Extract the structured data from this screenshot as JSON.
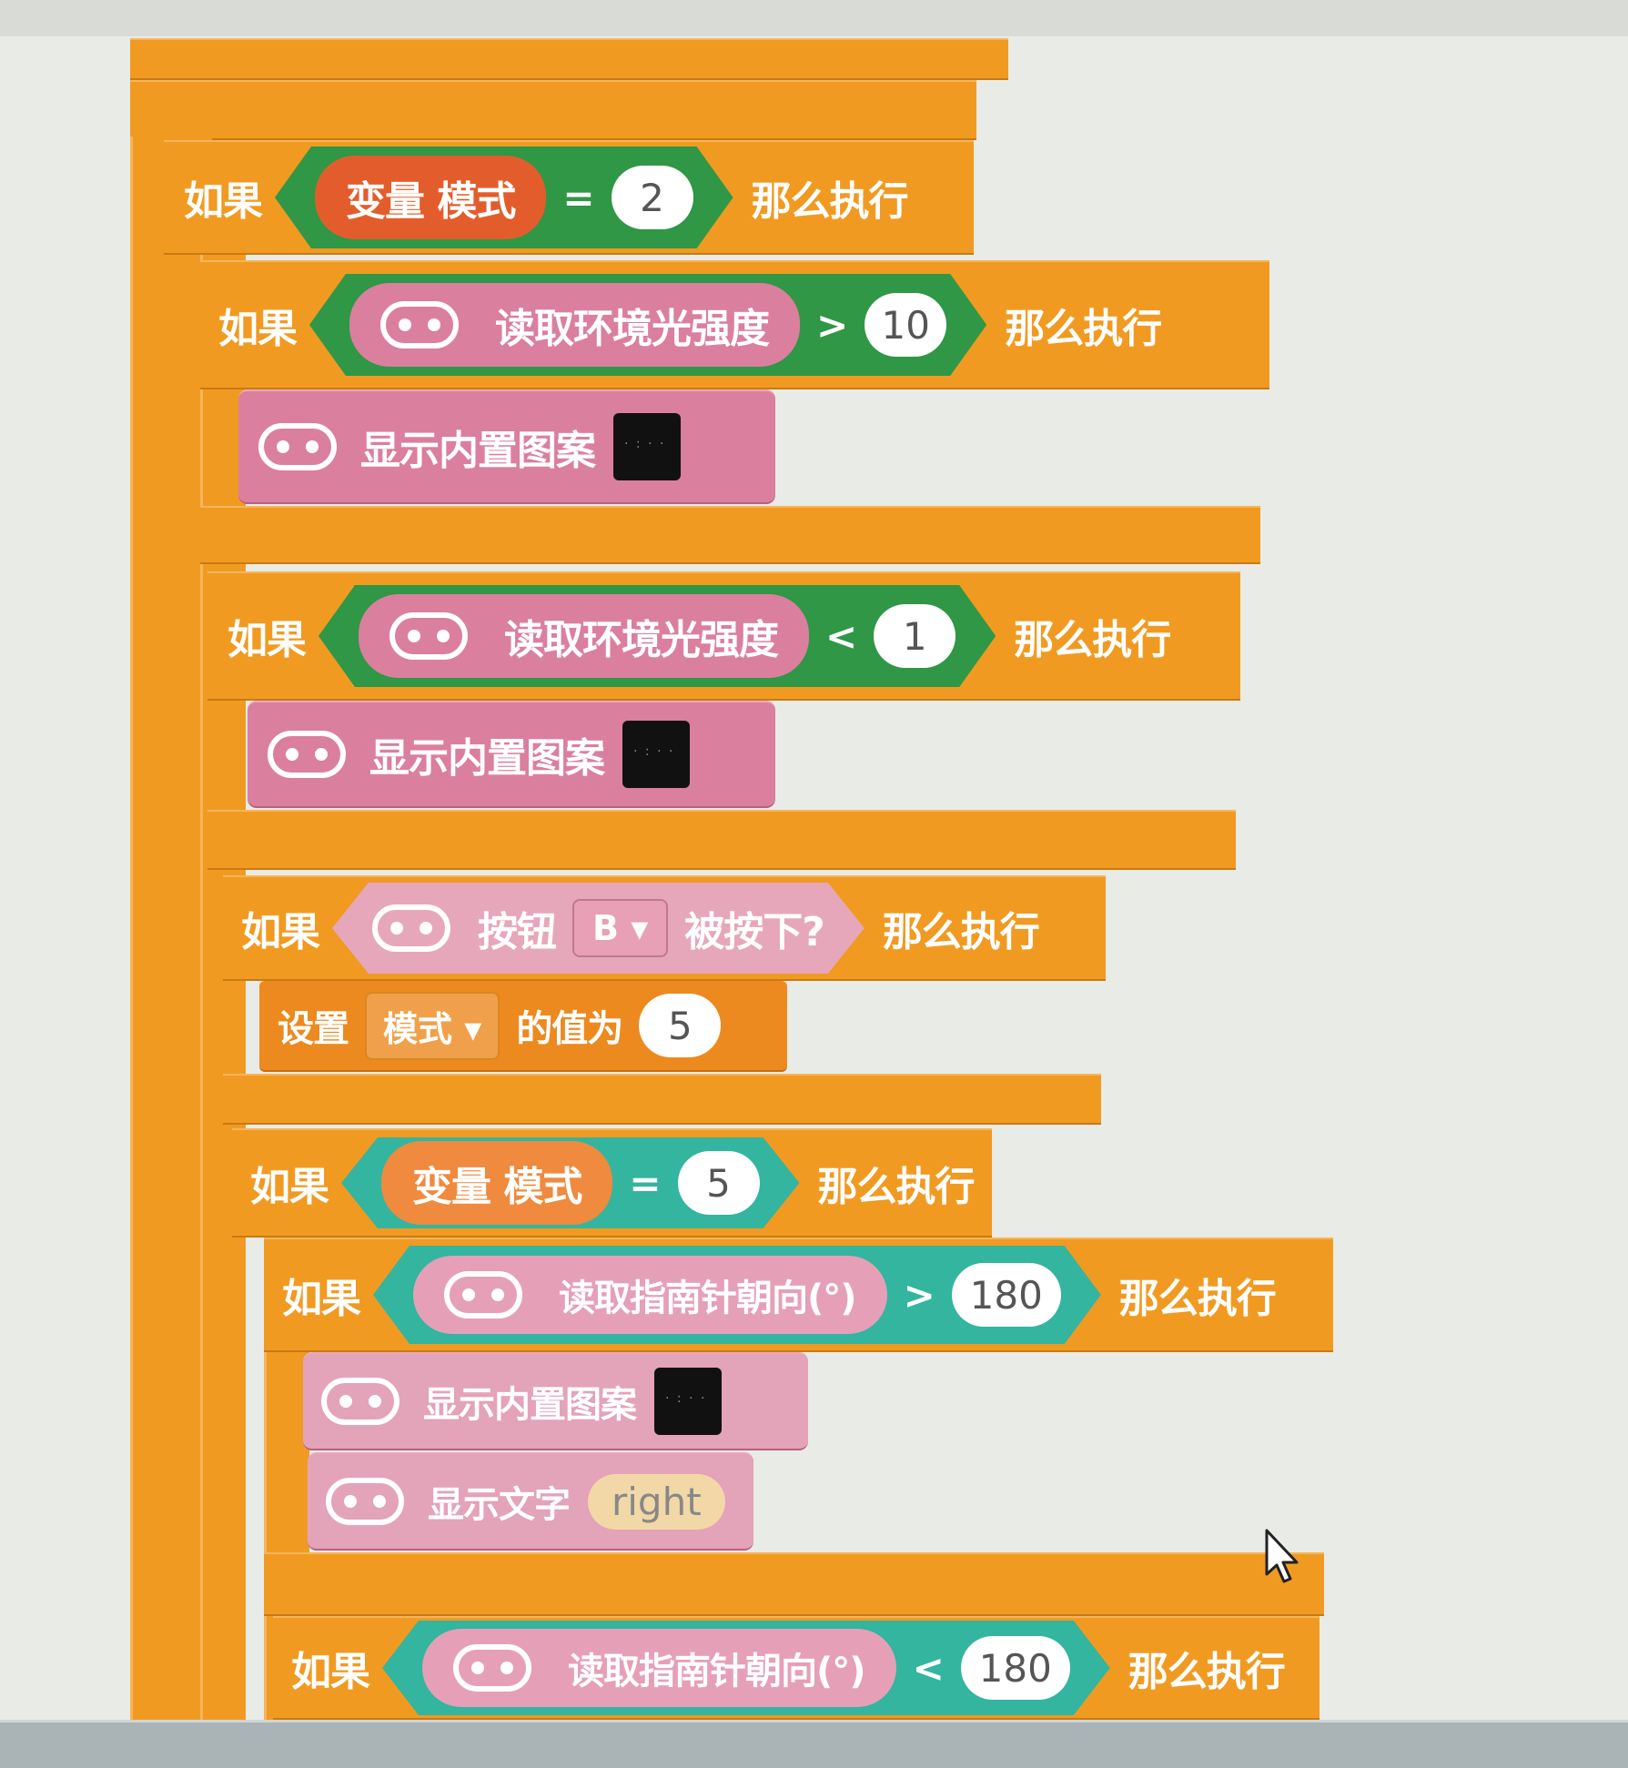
{
  "blocks": {
    "if_mode2": {
      "keyword": "如果",
      "var_label": "变量 模式",
      "op": "=",
      "value": "2",
      "then": "那么执行"
    },
    "if_light_gt": {
      "keyword": "如果",
      "sensor": "读取环境光强度",
      "op": ">",
      "value": "10",
      "then": "那么执行"
    },
    "show_icon_1": {
      "label": "显示内置图案"
    },
    "if_light_lt": {
      "keyword": "如果",
      "sensor": "读取环境光强度",
      "op": "<",
      "value": "1",
      "then": "那么执行"
    },
    "show_icon_2": {
      "label": "显示内置图案"
    },
    "if_button_b": {
      "keyword": "如果",
      "button_label": "按钮",
      "button_value": "B ▾",
      "pressed_label": "被按下?",
      "then": "那么执行"
    },
    "set_mode": {
      "set_label": "设置",
      "var_value": "模式 ▾",
      "value_label": "的值为",
      "value": "5"
    },
    "if_mode5": {
      "keyword": "如果",
      "var_label": "变量 模式",
      "op": "=",
      "value": "5",
      "then": "那么执行"
    },
    "if_compass_gt": {
      "keyword": "如果",
      "sensor": "读取指南针朝向(°)",
      "op": ">",
      "value": "180",
      "then": "那么执行"
    },
    "show_icon_3": {
      "label": "显示内置图案"
    },
    "show_text": {
      "label": "显示文字",
      "value": "right"
    },
    "if_compass_lt": {
      "keyword": "如果",
      "sensor": "读取指南针朝向(°)",
      "op": "<",
      "value": "180",
      "then": "那么执行"
    }
  },
  "colors": {
    "control": "#f19a22",
    "variable": "#e35d2c",
    "logic_compare": "#2f9745",
    "math_compare": "#33b59f",
    "microbit": "#db7f9f"
  },
  "icons": {
    "microbit_block_icon": "microbit-icon",
    "builtin_image_field": "led-image-icon",
    "mouse_cursor": "mouse-cursor-icon"
  }
}
